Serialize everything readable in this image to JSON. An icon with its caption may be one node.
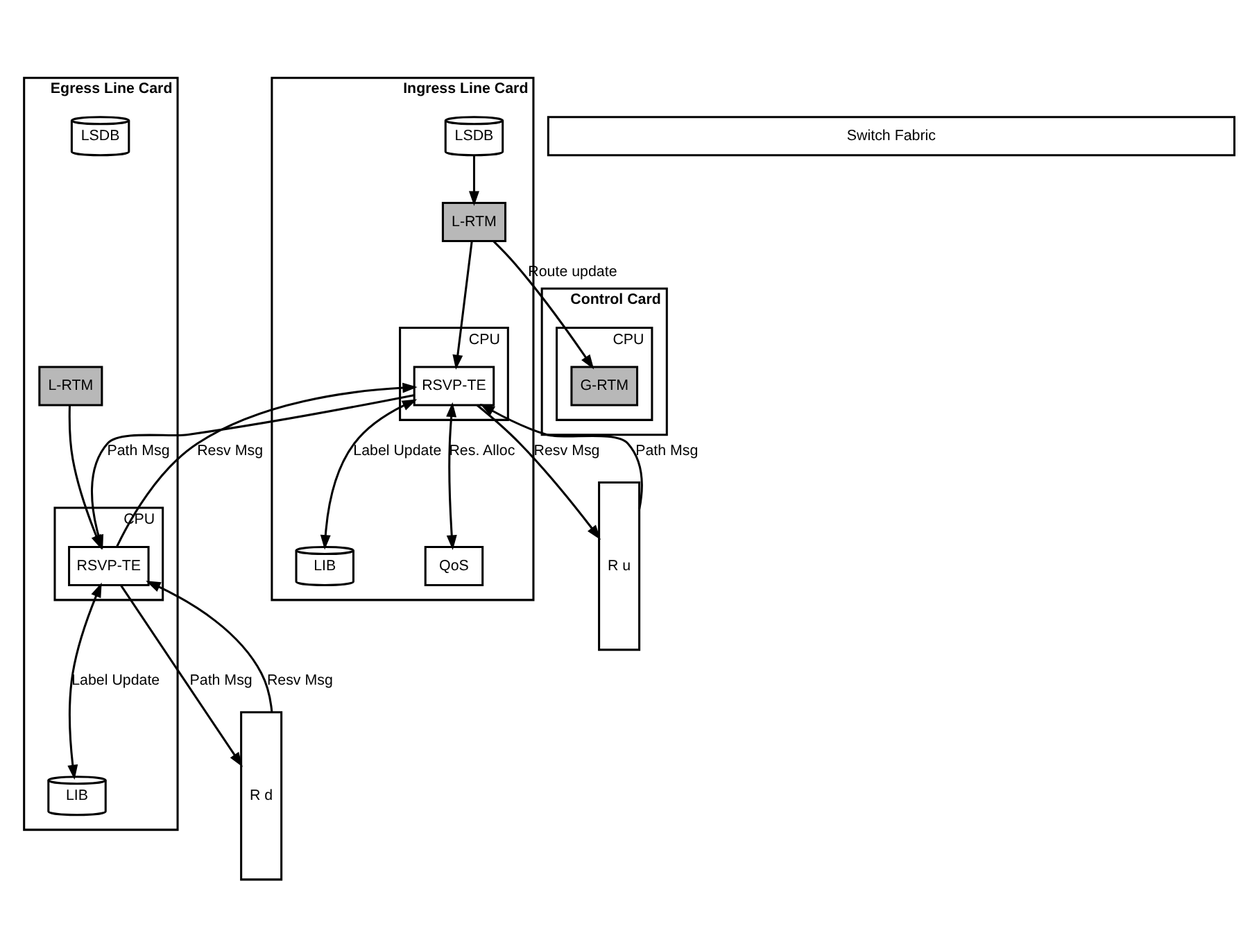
{
  "diagram": {
    "nodes": [
      {
        "text": [
          "Control Card"
        ]
      },
      {
        "text": [
          "CPU"
        ],
        "in": 0
      },
      {
        "text": [
          "G-RTM"
        ],
        "in": 1
      },
      {
        "text": [
          "Switch Fabric"
        ]
      },
      {
        "text": [
          "Ingress Line Card"
        ]
      },
      {
        "text": [
          "LSDB"
        ],
        "in": 4
      },
      {
        "text": [
          "CPU"
        ],
        "in": 4
      },
      {
        "text": [
          "RSVP-TE"
        ],
        "in": 6
      },
      {
        "text": [
          "L-RTM"
        ],
        "in": 4
      },
      {
        "text": [
          "LIB"
        ],
        "in": 4
      },
      {
        "text": [
          "QoS"
        ],
        "in": 4
      },
      {
        "text": [
          "Egress Line Card"
        ]
      },
      {
        "text": [
          "LSDB"
        ],
        "in": 11
      },
      {
        "text": [
          "L-RTM"
        ],
        "in": 11
      },
      {
        "text": [
          "CPU"
        ],
        "in": 11
      },
      {
        "text": [
          "RSVP-TE"
        ],
        "in": 14
      },
      {
        "text": [
          "LIB"
        ],
        "in": 11
      },
      {
        "text": [
          "R u"
        ]
      },
      {
        "text": [
          "R d"
        ]
      }
    ],
    "edges": [
      {
        "from": 8,
        "to": 2,
        "arrow": "to",
        "label": "Route update"
      },
      {
        "from": 5,
        "to": 8,
        "arrow": "to"
      },
      {
        "from": 8,
        "to": 7,
        "arrow": "to"
      },
      {
        "from": 17,
        "to": 7,
        "arrow": "to",
        "label": "Path Msg"
      },
      {
        "from": 7,
        "to": 17,
        "arrow": "to",
        "label": "Resv Msg"
      },
      {
        "from": 7,
        "to": 9,
        "arrow": "both",
        "label": "Label Update"
      },
      {
        "from": 7,
        "to": 10,
        "arrow": "both",
        "label": "Res. Alloc"
      },
      {
        "from": 7,
        "to": 15,
        "arrow": "to",
        "label": "Path Msg"
      },
      {
        "from": 15,
        "to": 7,
        "arrow": "to",
        "label": "Resv Msg"
      },
      {
        "from": 13,
        "to": 15,
        "arrow": "to"
      },
      {
        "from": 15,
        "to": 18,
        "arrow": "to",
        "label": "Path Msg"
      },
      {
        "from": 18,
        "to": 15,
        "arrow": "to",
        "label": "Resv Msg"
      },
      {
        "from": 15,
        "to": 16,
        "arrow": "both",
        "label": "Label Update"
      }
    ]
  }
}
